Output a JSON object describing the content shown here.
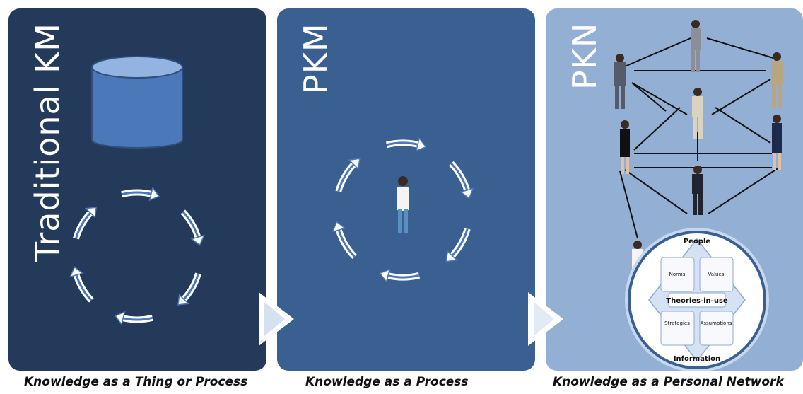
{
  "panels": [
    {
      "id": "traditional-km",
      "title": "Traditional KM",
      "caption": "Knowledge as a Thing or Process",
      "color": "#233a5b"
    },
    {
      "id": "pkm",
      "title": "PKM",
      "caption": "Knowledge as a Process",
      "color": "#3a5f91"
    },
    {
      "id": "pkn",
      "title": "PKN",
      "caption": "Knowledge as a Personal Network",
      "color": "#93afd4"
    }
  ],
  "wheel": {
    "top": "People",
    "bottom": "Information",
    "center": "Theories-in-use",
    "top_left": "Norms",
    "top_right": "Values",
    "bottom_left": "Strategies",
    "bottom_right": "Assumptions"
  },
  "icons": [
    "database-cylinder-icon",
    "cycle-arrows-icon",
    "person-icon",
    "chevron-right-icon",
    "network-icon"
  ]
}
